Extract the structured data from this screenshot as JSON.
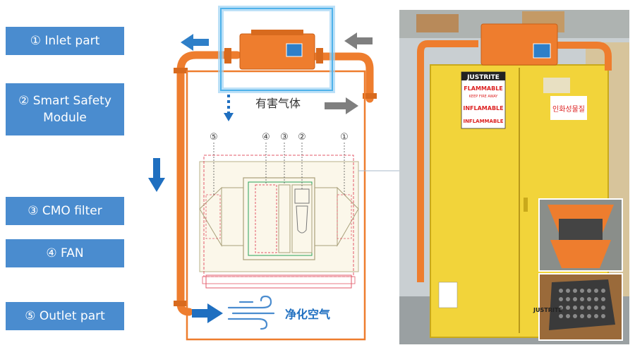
{
  "labels": {
    "inlet": "① Inlet part",
    "smart_safety": "② Smart Safety Module",
    "cmo_filter": "③ CMO filter",
    "fan": "④ FAN",
    "outlet": "⑤ Outlet part"
  },
  "diagram": {
    "harmful_gas": "有害气体",
    "purified_air": "净化空气",
    "markers": [
      "⑤",
      "④",
      "③",
      "②",
      "①"
    ]
  },
  "photo": {
    "cabinet_brand": "JUSTRITE",
    "warning_1": "FLAMMABLE",
    "warning_2": "KEEP FIRE AWAY",
    "warning_3": "INFLAMABLE",
    "warning_4": "INFLAMMABLE",
    "korean_label": "인화성물질",
    "door_brand": "JUSTRITE"
  },
  "colors": {
    "label_bg": "#4a8ccf",
    "pipe": "#ee7d2e",
    "highlight": "#4fb2ea",
    "cabinet": "#f2d43a",
    "arrow_blue": "#1f6fc0",
    "arrow_gray": "#7f7f7f"
  }
}
